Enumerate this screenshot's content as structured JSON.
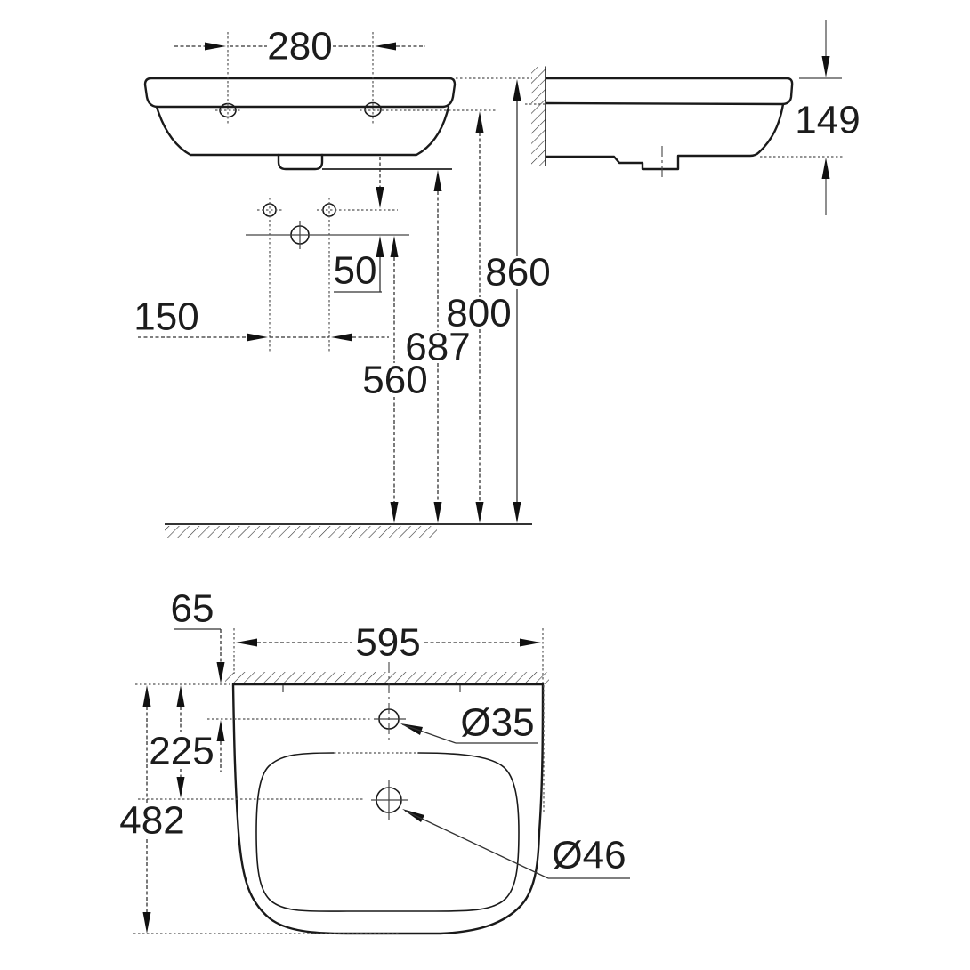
{
  "drawing": {
    "type": "washbasin technical installation drawing",
    "views": [
      "front elevation",
      "side section",
      "top plan"
    ]
  },
  "dims": {
    "front": {
      "tap_hole_spacing": "280",
      "hole_gap": "50",
      "hole_offset": "150",
      "height_trap": "560",
      "height_basin_bottom": "687",
      "height_mounting_holes": "800",
      "height_rim": "860"
    },
    "side": {
      "basin_height": "149"
    },
    "top": {
      "width": "595",
      "wall_to_tap_hole": "65",
      "rear_to_drain": "225",
      "depth": "482",
      "tap_hole_diameter": "Ø35",
      "drain_diameter": "Ø46"
    }
  }
}
